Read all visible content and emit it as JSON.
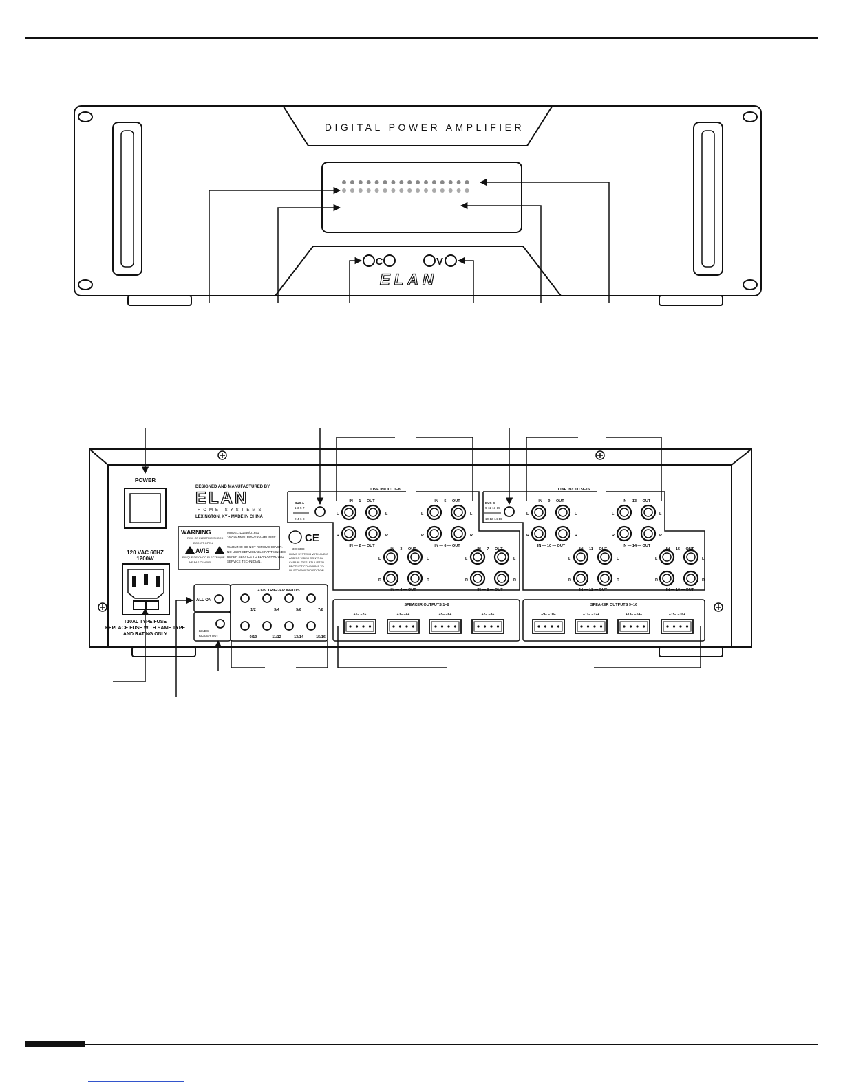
{
  "front_panel": {
    "title": "DIGITAL POWER AMPLIFIER",
    "btn_c": "C",
    "btn_v": "V",
    "brand": "ELAN",
    "led_columns": 16
  },
  "rear_panel": {
    "power_label": "POWER",
    "designed_by": "DESIGNED AND MANUFACTURED BY",
    "brand": "ELAN",
    "brand_sub": "HOME SYSTEMS",
    "made_in": "LEXINGTON, KY  •  MADE IN CHINA",
    "warning_title": "WARNING",
    "warning_shock": "RISK OF ELECTRIC SHOCK",
    "warning_donot": "DO NOT OPEN",
    "avis": "AVIS",
    "avis_sub1": "RISQUE DE CHOC ELECTRIQUE",
    "avis_sub2": "NE PAS OUVRIR",
    "model_line1": "MODEL: D1650/D1651",
    "model_line2": "16 CHANNEL POWER AMPLIFIER",
    "warning_body1": "WARNING: DO NOT REMOVE COVER.",
    "warning_body2": "NO USER SERVICEABLE PARTS INSIDE.",
    "warning_body3": "REFER SERVICE TO ELAN APPROVED",
    "warning_body4": "SERVICE TECHNICIAN.",
    "cert_ce": "CE",
    "cert_num": "3067388",
    "cert_text1": "HOME SYSTEMS WITH AUDIO",
    "cert_text2": "AND/OR VIDEO CONTROL",
    "cert_text3": "CAPABILITIES, ETL LISTED",
    "cert_text4": "PRODUCT CONFORMS TO",
    "cert_text5": "UL STD 6500 2ND EDITION",
    "ac_line1": "120 VAC 60HZ",
    "ac_line2": "1200W",
    "fuse1": "T10AL TYPE FUSE",
    "fuse2": "REPLACE FUSE WITH SAME TYPE",
    "fuse3": "AND RATING ONLY",
    "line_io_a": "LINE IN/OUT 1–8",
    "line_io_b": "LINE IN/OUT 9–16",
    "bus_a1": "BUS A",
    "bus_a2": "1-3-5-7",
    "bus_a3": "2-4-6-8",
    "bus_b1": "BUS B",
    "bus_b2": "9-11-13-15",
    "bus_b3": "10-12-14-16",
    "ch1": "IN — 1 — OUT",
    "ch2": "IN — 2 — OUT",
    "ch3": "IN — 3 — OUT",
    "ch4": "IN — 4 — OUT",
    "ch5": "IN — 5 — OUT",
    "ch6": "IN — 6 — OUT",
    "ch7": "IN — 7 — OUT",
    "ch8": "IN — 8 — OUT",
    "ch9": "IN — 9 — OUT",
    "ch10": "IN — 10 — OUT",
    "ch11": "IN — 11 — OUT",
    "ch12": "IN — 12 — OUT",
    "ch13": "IN — 13 — OUT",
    "ch14": "IN — 14 — OUT",
    "ch15": "IN — 15 — OUT",
    "ch16": "IN — 16 — OUT",
    "L": "L",
    "R": "R",
    "trigger_title": "+12V TRIGGER INPUTS",
    "all_on": "ALL ON",
    "trig_1": "1/2",
    "trig_2": "3/4",
    "trig_3": "5/6",
    "trig_4": "7/8",
    "trig_5": "9/10",
    "trig_6": "11/12",
    "trig_7": "13/14",
    "trig_8": "15/16",
    "trig_out1": "+12VDC",
    "trig_out2": "TRIGGER OUT",
    "spk_a": "SPEAKER OUTPUTS 1–8",
    "spk_b": "SPEAKER OUTPUTS 9–16",
    "spk_1": "+1−  −2+",
    "spk_2": "+3−  −4+",
    "spk_3": "+5−  −6+",
    "spk_4": "+7−  −8+",
    "spk_5": "+9−  −10+",
    "spk_6": "+11−  −12+",
    "spk_7": "+13−  −14+",
    "spk_8": "+15−  −16+"
  }
}
